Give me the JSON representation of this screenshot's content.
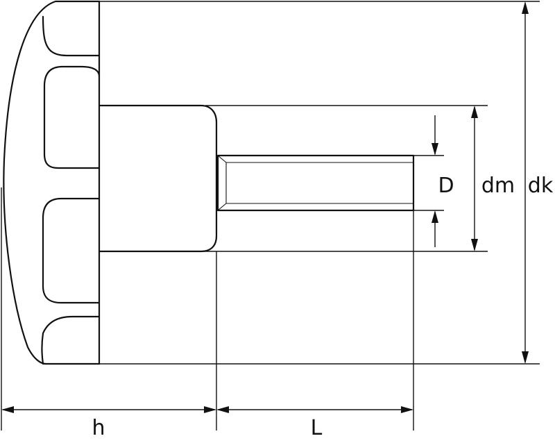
{
  "labels": {
    "D": "D",
    "dm": "dm",
    "dk": "dk",
    "h": "h",
    "L": "L"
  }
}
